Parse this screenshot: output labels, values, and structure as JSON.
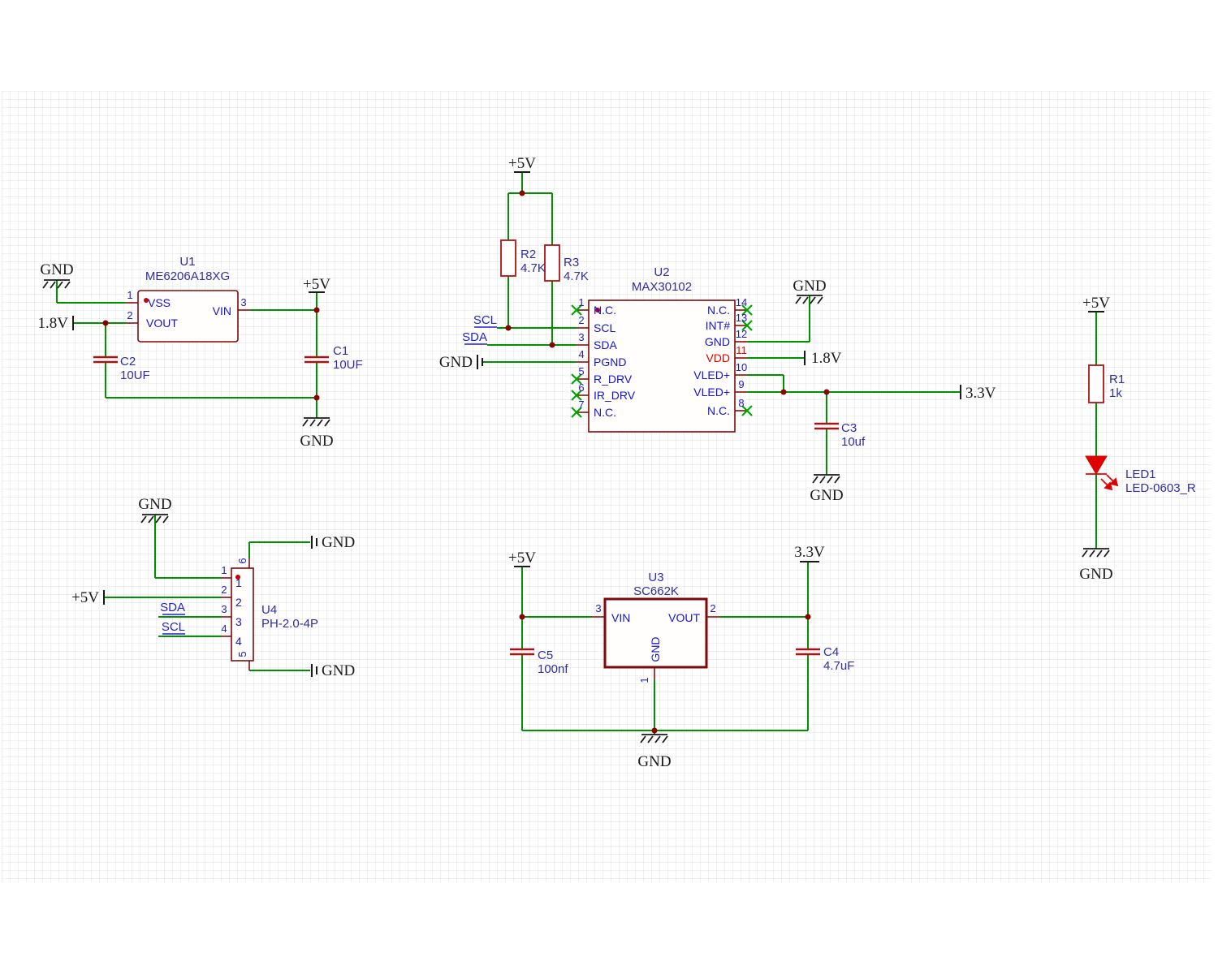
{
  "u1": {
    "gnd_top": "GND",
    "ref": "U1",
    "part": "ME6206A18XG",
    "pin1_num": "1",
    "pin1_name": "VSS",
    "pin2_num": "2",
    "pin2_name": "VOUT",
    "pin3_num": "3",
    "pin3_name": "VIN",
    "net_1v8": "1.8V",
    "c2_ref": "C2",
    "c2_val": "10UF",
    "plus5v": "+5V",
    "c1_ref": "C1",
    "c1_val": "10UF",
    "gnd_bottom": "GND"
  },
  "u2": {
    "plus5v": "+5V",
    "r2_ref": "R2",
    "r2_val": "4.7K",
    "r3_ref": "R3",
    "r3_val": "4.7K",
    "scl": "SCL",
    "sda": "SDA",
    "gnd_left": "GND",
    "ref": "U2",
    "part": "MAX30102",
    "left_pins": [
      {
        "num": "1",
        "name": "N.C."
      },
      {
        "num": "2",
        "name": "SCL"
      },
      {
        "num": "3",
        "name": "SDA"
      },
      {
        "num": "4",
        "name": "PGND"
      },
      {
        "num": "5",
        "name": "R_DRV"
      },
      {
        "num": "6",
        "name": "IR_DRV"
      },
      {
        "num": "7",
        "name": "N.C."
      }
    ],
    "right_pins": [
      {
        "num": "14",
        "name": "N.C."
      },
      {
        "num": "13",
        "name": "INT#"
      },
      {
        "num": "12",
        "name": "GND"
      },
      {
        "num": "11",
        "name": "VDD"
      },
      {
        "num": "10",
        "name": "VLED+"
      },
      {
        "num": "9",
        "name": "VLED+"
      },
      {
        "num": "8",
        "name": "N.C."
      }
    ],
    "gnd_top_right": "GND",
    "net_1v8": "1.8V",
    "net_3v3": "3.3V",
    "c3_ref": "C3",
    "c3_val": "10uf",
    "gnd_c3": "GND"
  },
  "u4": {
    "gnd_top": "GND",
    "plus5v": "+5V",
    "sda": "SDA",
    "scl": "SCL",
    "ref": "U4",
    "part": "PH-2.0-4P",
    "pin1_num": "1",
    "pin2_num": "2",
    "pin3_num": "3",
    "pin4_num": "4",
    "pin5_num": "5",
    "pin6_num": "6",
    "gnd_right_top": "GND",
    "gnd_right_bottom": "GND"
  },
  "u3": {
    "plus5v": "+5V",
    "ref": "U3",
    "part": "SC662K",
    "pin3_num": "3",
    "pin2_num": "2",
    "pin1_num": "1",
    "vin": "VIN",
    "vout": "VOUT",
    "gnd_pin": "GND",
    "net_3v3": "3.3V",
    "c5_ref": "C5",
    "c5_val": "100nf",
    "c4_ref": "C4",
    "c4_val": "4.7uF",
    "gnd_bottom": "GND"
  },
  "led": {
    "plus5v": "+5V",
    "r1_ref": "R1",
    "r1_val": "1k",
    "led_ref": "LED1",
    "led_part": "LED-0603_R",
    "gnd": "GND"
  },
  "colors": {
    "wire_green": "#009100",
    "component_red": "#a81414",
    "ic_border": "#7d0a0a",
    "pin_text_blue": "#1515d0",
    "ref_text_blue": "#2e2ea0",
    "net_text_black": "#1a1a1a",
    "vdd_red": "#e00000",
    "nc_cross_green": "#00a500"
  }
}
